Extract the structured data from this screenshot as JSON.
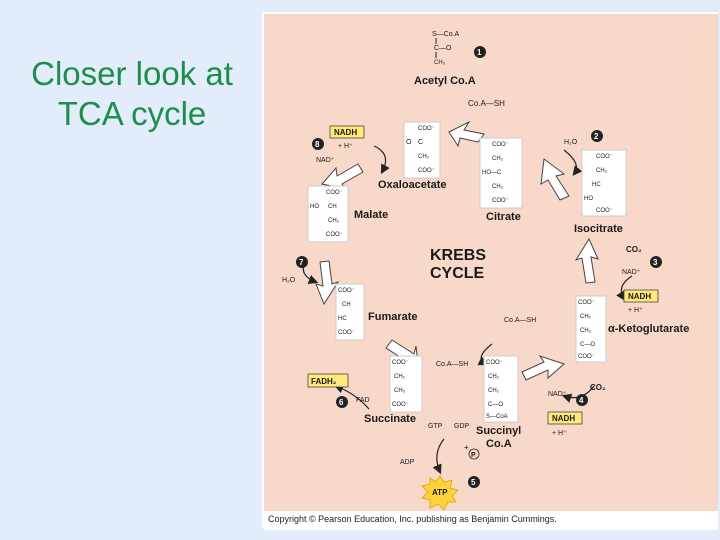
{
  "slide": {
    "title_line1": "Closer look at",
    "title_line2": "TCA cycle"
  },
  "figure": {
    "center_line1": "KREBS",
    "center_line2": "CYCLE",
    "copyright": "Copyright © Pearson Education, Inc. publishing as Benjamin Cummings.",
    "metabolites": {
      "acetyl_coa": "Acetyl Co.A",
      "oxaloacetate": "Oxaloacetate",
      "citrate": "Citrate",
      "isocitrate": "Isocitrate",
      "ketoglutarate": "α-Ketoglutarate",
      "succinyl_coa_1": "Succinyl",
      "succinyl_coa_2": "Co.A",
      "succinate": "Succinate",
      "fumarate": "Fumarate",
      "malate": "Malate"
    },
    "cofactors": {
      "nadh": "NADH",
      "fadh2": "FADH₂",
      "h_plus": "+ H⁺",
      "nad_plus": "NAD⁺",
      "fad": "FAD",
      "co2": "CO₂",
      "h2o": "H₂O",
      "coa_sh": "Co.A—SH",
      "gtp": "GTP",
      "gdp": "GDP",
      "adp": "ADP",
      "atp": "ATP",
      "pi": "P",
      "plus": "+"
    },
    "steps": [
      "1",
      "2",
      "3",
      "4",
      "5",
      "6",
      "7",
      "8"
    ],
    "fragments": {
      "s_coa": "S—Co.A",
      "c_o": "C—O",
      "ch3": "CH₃",
      "coo": "COO⁻",
      "ch2": "CH₂",
      "c": "C",
      "o": "O",
      "ho_c": "HO—C",
      "ch": "CH",
      "hc": "HC",
      "c_coa": "S—CoA",
      "ho": "HO"
    },
    "colors": {
      "background": "#f8d9c9",
      "highlight": "#ffe97a",
      "arrow": "#ffffff",
      "title": "#1c8f4a",
      "atp_burst": "#ffd23a"
    }
  }
}
